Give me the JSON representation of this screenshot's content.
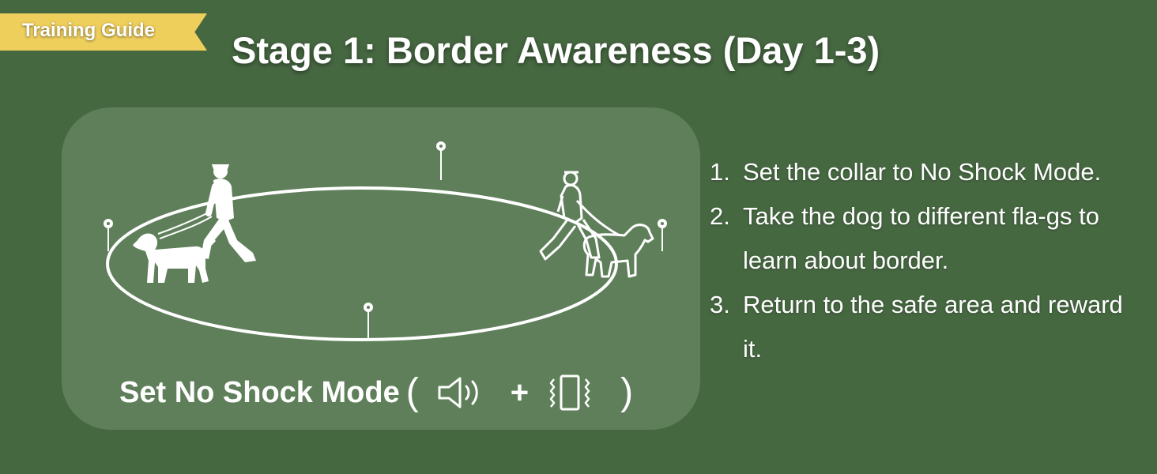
{
  "ribbon": {
    "label": "Training Guide"
  },
  "title": "Stage 1: Border Awareness (Day 1-3)",
  "illustration": {
    "mode_label": "Set No Shock Mode",
    "open_paren": "(",
    "plus": "+",
    "close_paren": ")",
    "icons": [
      "speaker-sound-icon",
      "vibration-icon",
      "person-walking-dog-icon",
      "boundary-flag-icon"
    ]
  },
  "steps": [
    {
      "number": "1.",
      "text": "Set the collar to No Shock Mode."
    },
    {
      "number": "2.",
      "text": "Take the dog to different fla-gs to learn about border."
    },
    {
      "number": "3.",
      "text": "Return to the safe area and reward it."
    }
  ],
  "colors": {
    "background": "#466841",
    "panel": "#5f7f5a",
    "ribbon": "#efcf5c",
    "text": "#ffffff"
  }
}
